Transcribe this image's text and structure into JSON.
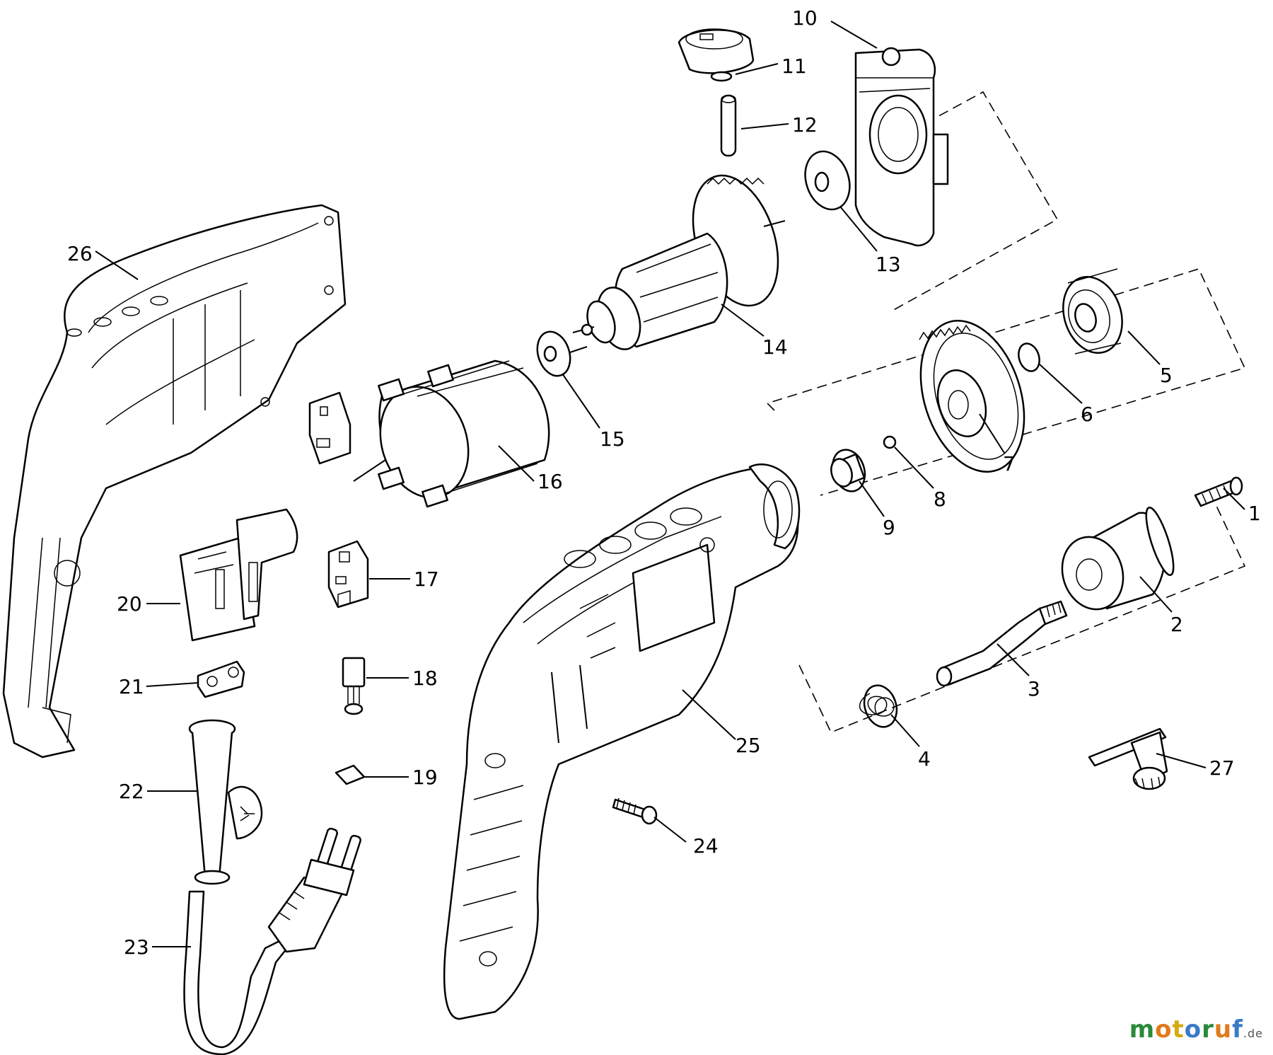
{
  "callouts": [
    {
      "id": "1",
      "label": "1"
    },
    {
      "id": "2",
      "label": "2"
    },
    {
      "id": "3",
      "label": "3"
    },
    {
      "id": "4",
      "label": "4"
    },
    {
      "id": "5",
      "label": "5"
    },
    {
      "id": "6",
      "label": "6"
    },
    {
      "id": "7",
      "label": "7"
    },
    {
      "id": "8",
      "label": "8"
    },
    {
      "id": "9",
      "label": "9"
    },
    {
      "id": "10",
      "label": "10"
    },
    {
      "id": "11",
      "label": "11"
    },
    {
      "id": "12",
      "label": "12"
    },
    {
      "id": "13",
      "label": "13"
    },
    {
      "id": "14",
      "label": "14"
    },
    {
      "id": "15",
      "label": "15"
    },
    {
      "id": "16",
      "label": "16"
    },
    {
      "id": "17",
      "label": "17"
    },
    {
      "id": "18",
      "label": "18"
    },
    {
      "id": "19",
      "label": "19"
    },
    {
      "id": "20",
      "label": "20"
    },
    {
      "id": "21",
      "label": "21"
    },
    {
      "id": "22",
      "label": "22"
    },
    {
      "id": "23",
      "label": "23"
    },
    {
      "id": "24",
      "label": "24"
    },
    {
      "id": "25",
      "label": "25"
    },
    {
      "id": "26",
      "label": "26"
    },
    {
      "id": "27",
      "label": "27"
    }
  ],
  "watermark": {
    "text": "motoruf",
    "suffix": ".de",
    "letter_colors": [
      "#2a8a3a",
      "#e07a1a",
      "#d4aa10",
      "#3a7ac8",
      "#2a8a3a",
      "#e07a1a",
      "#3a7ac8"
    ],
    "suffix_color": "#555555"
  }
}
